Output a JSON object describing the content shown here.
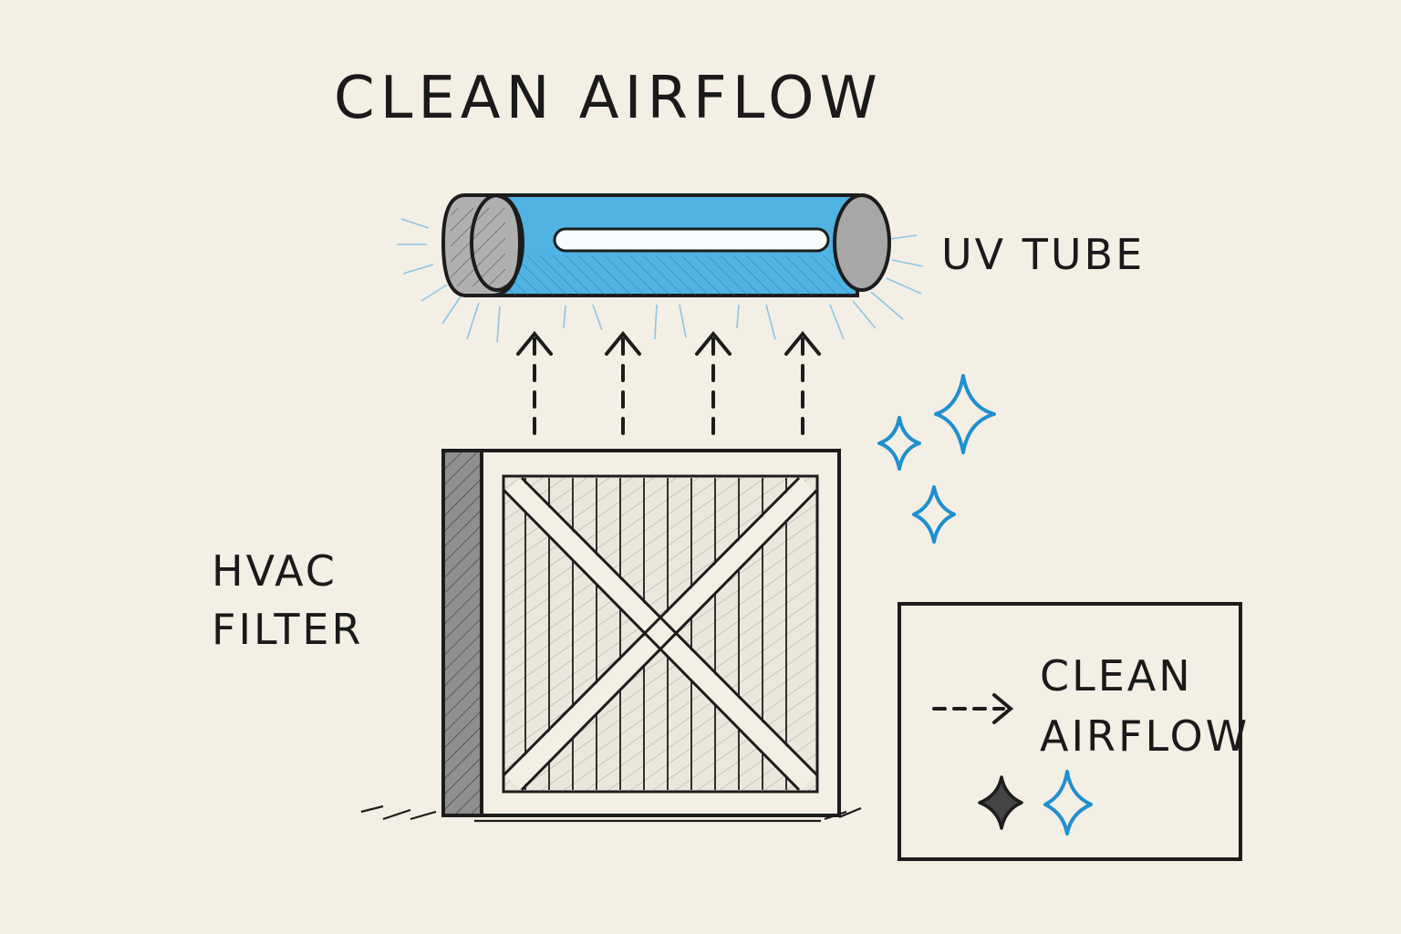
{
  "title": "CLEAN AIRFLOW",
  "labels": {
    "uv_tube": "UV TUBE",
    "hvac_line1": "HVAC",
    "hvac_line2": "FILTER"
  },
  "legend": {
    "line1": "CLEAN",
    "line2": "AIRFLOW",
    "arrow_icon": "dashed-arrow-icon",
    "sparkle_icons": [
      "sparkle-black-icon",
      "sparkle-blue-icon"
    ]
  },
  "colors": {
    "background": "#f4efe4",
    "ink": "#1c1c1c",
    "uv_blue": "#3aa8dc",
    "sparkle_blue": "#1f8fd0",
    "cap_gray": "#9a9a9a"
  }
}
